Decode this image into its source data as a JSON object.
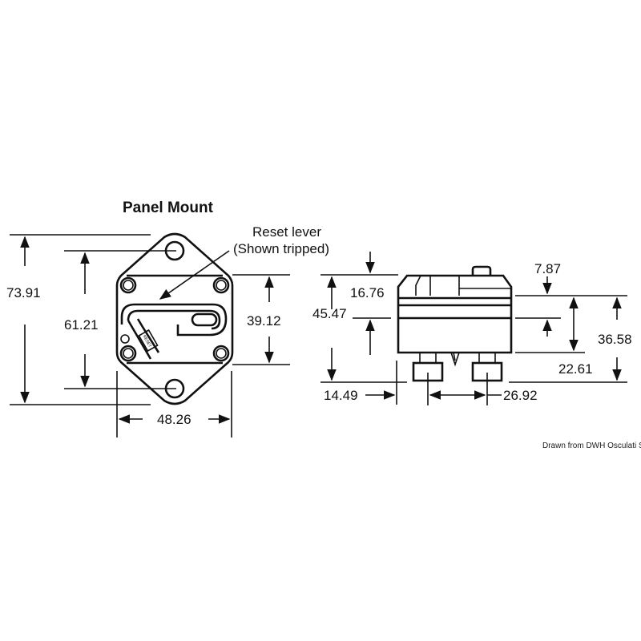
{
  "title": "Panel Mount",
  "reset_label": [
    "Reset lever",
    "(Shown tripped)"
  ],
  "lever_marking": "RESET",
  "front_view": {
    "overall_height": "73.91",
    "hole_spacing": "61.21",
    "body_height": "39.12",
    "width": "48.26"
  },
  "side_view": {
    "top_offset": "16.76",
    "total_height": "45.47",
    "stud_offset": "14.49",
    "stud_spacing": "26.92",
    "band": "7.87",
    "body_height": "22.61",
    "depth": "36.58"
  },
  "caption": "Drawn from DWH Osculati Srl"
}
